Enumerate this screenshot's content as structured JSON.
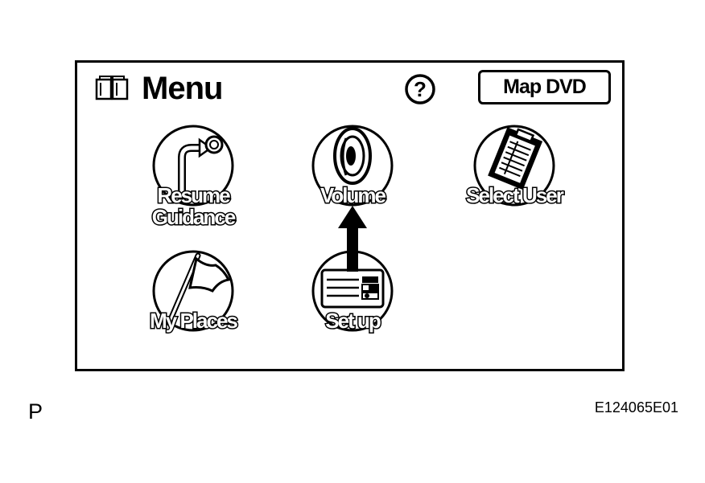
{
  "header": {
    "title": "Menu",
    "help_label": "?",
    "map_dvd_label": "Map DVD"
  },
  "menu_items": [
    {
      "id": "resume-guidance",
      "label_line1": "Resume",
      "label_line2": "Guidance",
      "icon": "resume-guidance-icon"
    },
    {
      "id": "volume",
      "label_line1": "Volume",
      "icon": "speaker-icon"
    },
    {
      "id": "select-user",
      "label_line1": "Select User",
      "icon": "clipboard-icon"
    },
    {
      "id": "my-places",
      "label_line1": "My Places",
      "icon": "flag-icon"
    },
    {
      "id": "set-up",
      "label_line1": "Set up",
      "icon": "settings-panel-icon"
    }
  ],
  "footer": {
    "page_letter": "P",
    "figure_id": "E124065E01"
  },
  "colors": {
    "foreground": "#000000",
    "background": "#ffffff"
  }
}
